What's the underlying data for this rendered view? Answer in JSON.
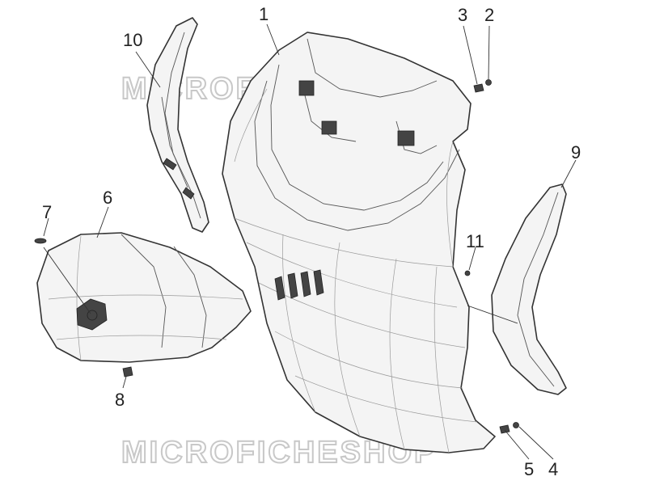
{
  "watermark": "MICROFICHESHOP",
  "callouts": [
    "1",
    "2",
    "3",
    "4",
    "5",
    "6",
    "7",
    "8",
    "9",
    "10",
    "11"
  ]
}
